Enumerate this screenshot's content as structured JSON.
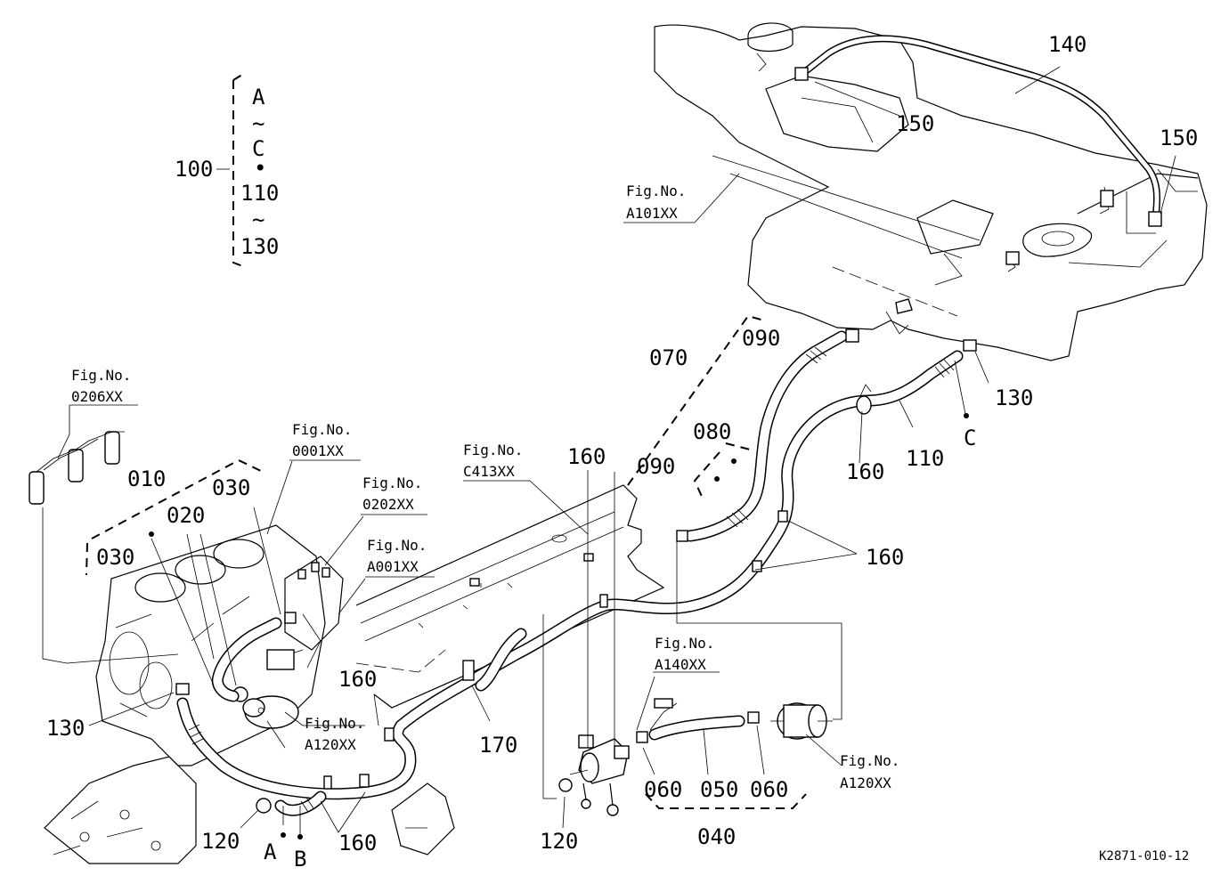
{
  "diagram": {
    "ref_code": "K2871-010-12",
    "group": {
      "number": "100",
      "items": [
        "A",
        "~",
        "C",
        "•",
        "110",
        "~",
        "130"
      ]
    },
    "fig_refs": {
      "f0206": [
        "Fig.No.",
        "0206XX"
      ],
      "f0001": [
        "Fig.No.",
        "0001XX"
      ],
      "f0202": [
        "Fig.No.",
        "0202XX"
      ],
      "fA001": [
        "Fig.No.",
        "A001XX"
      ],
      "fC413": [
        "Fig.No.",
        "C413XX"
      ],
      "fA101": [
        "Fig.No.",
        "A101XX"
      ],
      "fA140": [
        "Fig.No.",
        "A140XX"
      ],
      "fA120a": [
        "Fig.No.",
        "A120XX"
      ],
      "fA120b": [
        "Fig.No.",
        "A120XX"
      ]
    },
    "parts": {
      "p010": "010",
      "p020": "020",
      "p030a": "030",
      "p030b": "030",
      "p130a": "130",
      "p120a": "120",
      "pA": "A",
      "pB": "B",
      "p160a": "160",
      "p160b": "160",
      "p170": "170",
      "p160c": "160",
      "p120b": "120",
      "p060a": "060",
      "p050": "050",
      "p060b": "060",
      "p040": "040",
      "p070": "070",
      "p080": "080",
      "p090a": "090",
      "p090b": "090",
      "p160d": "160",
      "p160e": "160",
      "p110": "110",
      "pC": "C",
      "p130b": "130",
      "p140": "140",
      "p150a": "150",
      "p150b": "150"
    }
  }
}
